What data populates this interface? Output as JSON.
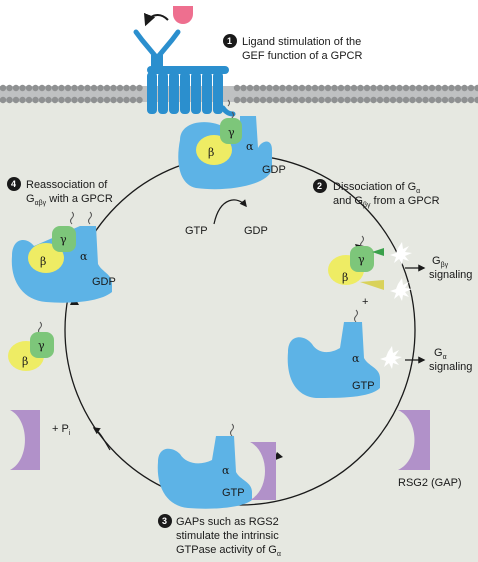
{
  "steps": {
    "s1": {
      "num": "1",
      "line1": "Ligand stimulation of the",
      "line2": "GEF function of a GPCR"
    },
    "s2": {
      "num": "2",
      "line1_a": "Dissociation of G",
      "line1_sub": "α",
      "line2_a": "and G",
      "line2_sub": "βγ",
      "line2_b": " from a GPCR"
    },
    "s3": {
      "num": "3",
      "line1": "GAPs such as RGS2",
      "line2": "stimulate the intrinsic",
      "line3_a": "GTPase activity of G",
      "line3_sub": "α"
    },
    "s4": {
      "num": "4",
      "line1": "Reassociation of",
      "line2_a": "G",
      "line2_sub": "αβγ",
      "line2_b": " with a GPCR"
    }
  },
  "labels": {
    "gdp": "GDP",
    "gtp": "GTP",
    "alpha": "α",
    "beta": "β",
    "gamma": "γ",
    "plus": "+",
    "pi_p": "+  P",
    "pi_sub": "i",
    "rgs2": "RSG2 (GAP)",
    "gby_signal_a": "G",
    "gby_signal_sub": "βγ",
    "gby_signal_b": "signaling",
    "ga_signal_a": "G",
    "ga_signal_sub": "α",
    "ga_signal_b": "signaling"
  },
  "colors": {
    "background_lower": "#e6e8e1",
    "membrane": "#8f9192",
    "receptor": "#2b8fce",
    "alpha": "#5db3e6",
    "beta": "#eeec64",
    "gamma": "#7dc67a",
    "gap": "#b191c9",
    "ligand": "#ee6f8f",
    "text": "#1a1a1a"
  }
}
